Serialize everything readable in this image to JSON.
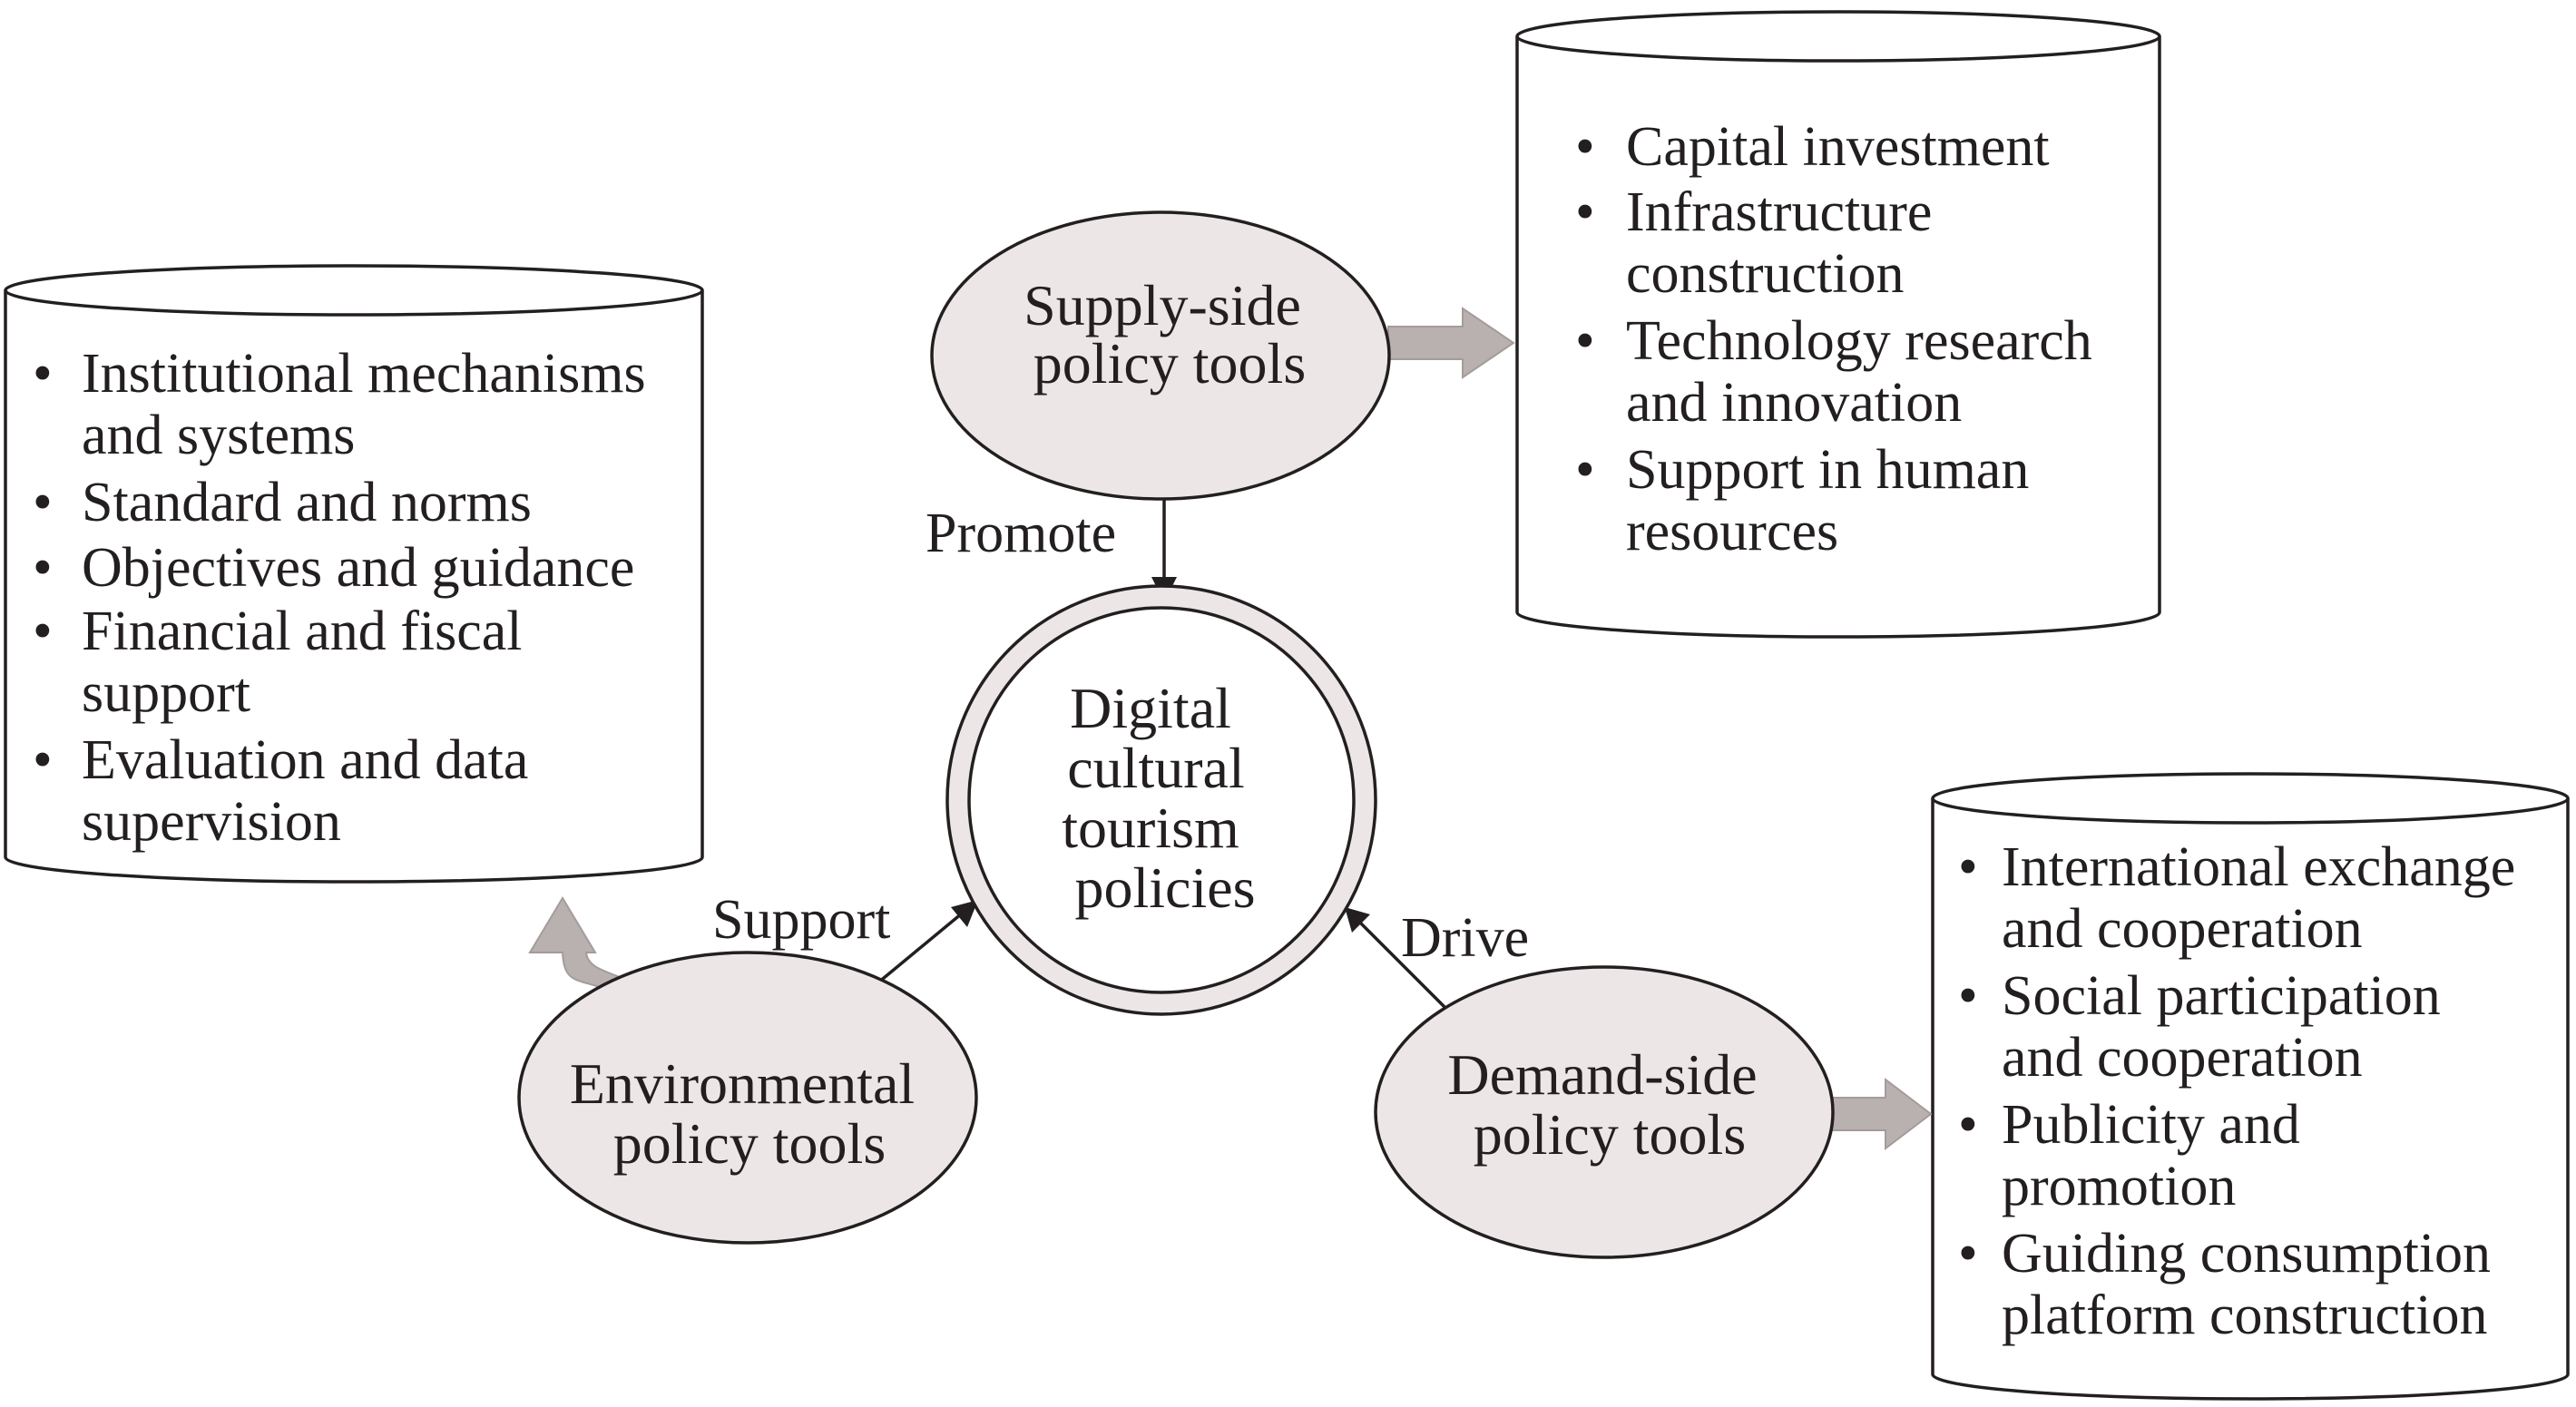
{
  "center": {
    "label_lines": [
      "Digital",
      "cultural",
      "tourism",
      "policies"
    ]
  },
  "nodes": {
    "supply": {
      "label_lines": [
        "Supply-side",
        "policy tools"
      ]
    },
    "environmental": {
      "label_lines": [
        "Environmental",
        "policy tools"
      ]
    },
    "demand": {
      "label_lines": [
        "Demand-side",
        "policy tools"
      ]
    }
  },
  "edges": {
    "supply_to_center": "Promote",
    "environmental_to_center": "Support",
    "demand_to_center": "Drive"
  },
  "lists": {
    "environmental": [
      [
        "Institutional mechanisms",
        "and systems"
      ],
      [
        "Standard and norms"
      ],
      [
        "Objectives and guidance"
      ],
      [
        "Financial and fiscal",
        "support"
      ],
      [
        "Evaluation and data",
        "supervision"
      ]
    ],
    "supply": [
      [
        "Capital investment"
      ],
      [
        "Infrastructure",
        "construction"
      ],
      [
        "Technology research",
        "and innovation"
      ],
      [
        "Support in human",
        "resources"
      ]
    ],
    "demand": [
      [
        "International exchange",
        "and cooperation"
      ],
      [
        "Social participation",
        "and cooperation"
      ],
      [
        "Publicity and",
        "promotion"
      ],
      [
        "Guiding consumption",
        "platform construction"
      ]
    ]
  },
  "bullet_symbol": "•",
  "colors": {
    "ellipse_fill": "#ede6e6",
    "arrow_fill": "#b9b0b0",
    "stroke": "#231f20"
  }
}
